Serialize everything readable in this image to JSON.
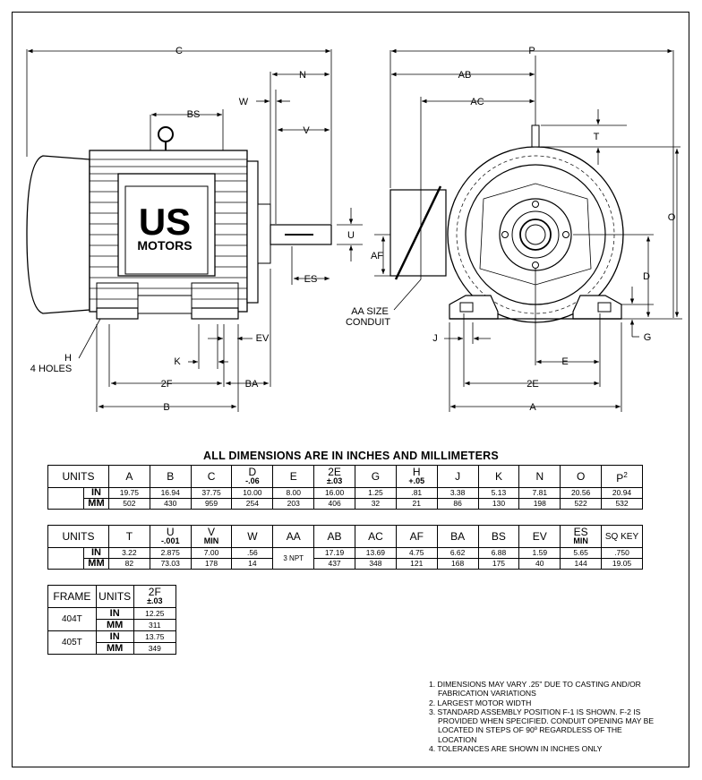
{
  "diagram": {
    "dimension_labels": {
      "C": "C",
      "N": "N",
      "W": "W",
      "V": "V",
      "BS": "BS",
      "U": "U",
      "AF": "AF",
      "ES": "ES",
      "EV": "EV",
      "K": "K",
      "H": "H",
      "H_note": "4 HOLES",
      "F2": "2F",
      "BA": "BA",
      "B": "B",
      "P": "P",
      "AB": "AB",
      "AC": "AC",
      "T": "T",
      "O": "O",
      "D": "D",
      "G": "G",
      "J": "J",
      "E": "E",
      "E2": "2E",
      "A": "A",
      "AA_line1": "AA SIZE",
      "AA_line2": "CONDUIT"
    },
    "logo_line1": "US",
    "logo_line2": "MOTORS"
  },
  "title": "ALL DIMENSIONS ARE IN INCHES AND MILLIMETERS",
  "table1": {
    "units_header": "UNITS",
    "columns": [
      {
        "label": "A",
        "sub": ""
      },
      {
        "label": "B",
        "sub": ""
      },
      {
        "label": "C",
        "sub": ""
      },
      {
        "label": "D",
        "sub": "-.06"
      },
      {
        "label": "E",
        "sub": ""
      },
      {
        "label": "2E",
        "sub": "±.03"
      },
      {
        "label": "G",
        "sub": ""
      },
      {
        "label": "H",
        "sub": "+.05"
      },
      {
        "label": "J",
        "sub": ""
      },
      {
        "label": "K",
        "sub": ""
      },
      {
        "label": "N",
        "sub": ""
      },
      {
        "label": "O",
        "sub": ""
      },
      {
        "label": "P",
        "sup": "2"
      }
    ],
    "rows": [
      {
        "unit": "IN",
        "values": [
          "19.75",
          "16.94",
          "37.75",
          "10.00",
          "8.00",
          "16.00",
          "1.25",
          ".81",
          "3.38",
          "5.13",
          "7.81",
          "20.56",
          "20.94"
        ]
      },
      {
        "unit": "MM",
        "values": [
          "502",
          "430",
          "959",
          "254",
          "203",
          "406",
          "32",
          "21",
          "86",
          "130",
          "198",
          "522",
          "532"
        ]
      }
    ]
  },
  "table2": {
    "units_header": "UNITS",
    "columns": [
      {
        "label": "T",
        "sub": ""
      },
      {
        "label": "U",
        "sub": "-.001"
      },
      {
        "label": "V",
        "sub": "MIN"
      },
      {
        "label": "W",
        "sub": ""
      },
      {
        "label": "AA",
        "sub": ""
      },
      {
        "label": "AB",
        "sub": ""
      },
      {
        "label": "AC",
        "sub": ""
      },
      {
        "label": "AF",
        "sub": ""
      },
      {
        "label": "BA",
        "sub": ""
      },
      {
        "label": "BS",
        "sub": ""
      },
      {
        "label": "EV",
        "sub": ""
      },
      {
        "label": "ES",
        "sub": "MIN"
      },
      {
        "label": "SQ KEY",
        "sub": ""
      }
    ],
    "aa_value": "3 NPT",
    "rows": [
      {
        "unit": "IN",
        "values": [
          "3.22",
          "2.875",
          "7.00",
          ".56",
          "17.19",
          "13.69",
          "4.75",
          "6.62",
          "6.88",
          "1.59",
          "5.65",
          ".750"
        ]
      },
      {
        "unit": "MM",
        "values": [
          "82",
          "73.03",
          "178",
          "14",
          "437",
          "348",
          "121",
          "168",
          "175",
          "40",
          "144",
          "19.05"
        ]
      }
    ]
  },
  "table3": {
    "frame_header": "FRAME",
    "units_header": "UNITS",
    "value_header": "2F",
    "value_sub": "±.03",
    "frames": [
      {
        "frame": "404T",
        "rows": [
          {
            "unit": "IN",
            "value": "12.25"
          },
          {
            "unit": "MM",
            "value": "311"
          }
        ]
      },
      {
        "frame": "405T",
        "rows": [
          {
            "unit": "IN",
            "value": "13.75"
          },
          {
            "unit": "MM",
            "value": "349"
          }
        ]
      }
    ]
  },
  "notes": [
    "1. DIMENSIONS MAY VARY .25\" DUE TO CASTING AND/OR FABRICATION VARIATIONS",
    "2. LARGEST MOTOR WIDTH",
    "3. STANDARD ASSEMBLY POSITION F-1 IS SHOWN.  F-2 IS PROVIDED WHEN SPECIFIED.  CONDUIT OPENING MAY BE LOCATED IN STEPS OF 90º REGARDLESS OF THE LOCATION",
    "4. TOLERANCES ARE SHOWN IN INCHES ONLY"
  ]
}
